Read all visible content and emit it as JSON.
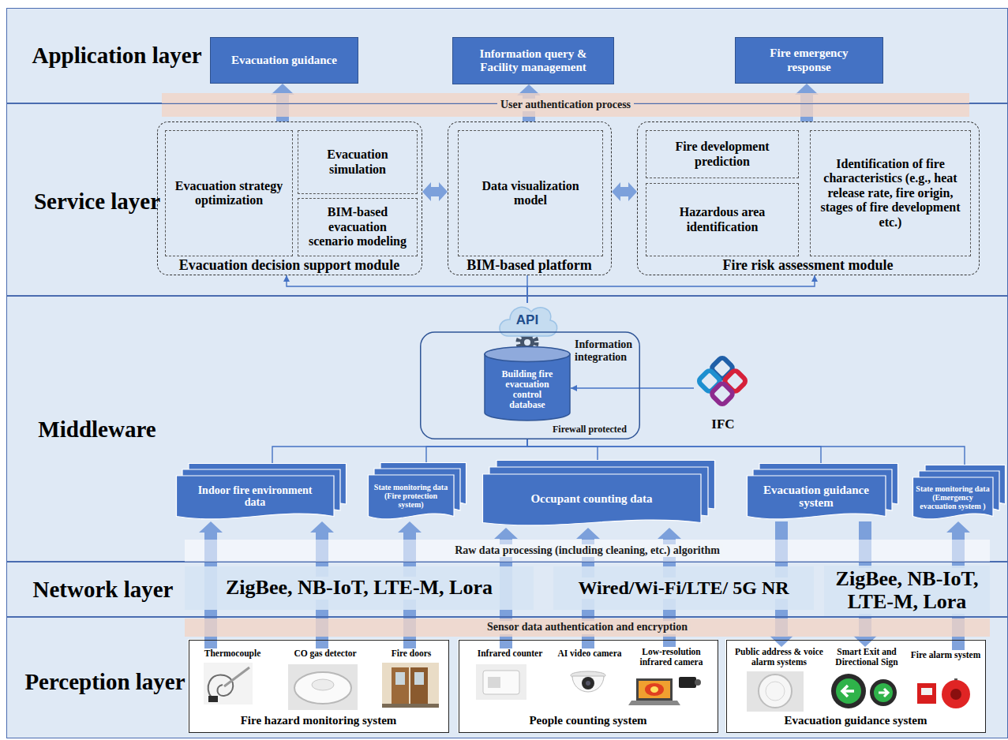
{
  "diagram": {
    "nodes": [
      {
        "text": [
          "Application layer"
        ]
      },
      {
        "text": [
          "Evacuation guidance"
        ],
        "in": 0
      },
      {
        "text": [
          "Information query & Facility management"
        ],
        "in": 0
      },
      {
        "text": [
          "Fire emergency response"
        ],
        "in": 0
      },
      {
        "text": [
          "User authentication process"
        ]
      },
      {
        "text": [
          "Service layer"
        ]
      },
      {
        "text": [
          "Evacuation decision support module"
        ],
        "in": 5
      },
      {
        "text": [
          "Evacuation strategy optimization"
        ],
        "in": 6
      },
      {
        "text": [
          "Evacuation simulation"
        ],
        "in": 6
      },
      {
        "text": [
          "BIM-based evacuation scenario modeling"
        ],
        "in": 6
      },
      {
        "text": [
          "BIM-based platform"
        ],
        "in": 5
      },
      {
        "text": [
          "Data visualization model"
        ],
        "in": 10
      },
      {
        "text": [
          "Fire risk assessment module"
        ],
        "in": 5
      },
      {
        "text": [
          "Fire development prediction"
        ],
        "in": 12
      },
      {
        "text": [
          "Hazardous area identification"
        ],
        "in": 12
      },
      {
        "text": [
          "Identification of fire characteristics (e.g., heat release rate, fire origin, stages of fire development etc.)"
        ],
        "in": 12
      },
      {
        "text": [
          "Middleware"
        ]
      },
      {
        "text": [
          "Information integration",
          "Firewall protected"
        ],
        "in": 16
      },
      {
        "text": [
          "Building fire evacuation control database"
        ],
        "in": 17
      },
      {
        "text": [
          "IFC"
        ],
        "in": 16
      },
      {
        "text": [
          "Indoor fire environment data"
        ],
        "in": 16
      },
      {
        "text": [
          "State monitoring data (Fire protection system)"
        ],
        "in": 16
      },
      {
        "text": [
          "Occupant counting data"
        ],
        "in": 16
      },
      {
        "text": [
          "Evacuation guidance system"
        ],
        "in": 16
      },
      {
        "text": [
          "State monitoring data (Emergency evacuation system )"
        ],
        "in": 16
      },
      {
        "text": [
          "Raw data processing (including cleaning, etc.) algorithm"
        ],
        "in": 16
      },
      {
        "text": [
          "Network layer"
        ]
      },
      {
        "text": [
          "ZigBee, NB-IoT, LTE-M, Lora"
        ],
        "in": 26
      },
      {
        "text": [
          "Wired/Wi-Fi/LTE/ 5G NR"
        ],
        "in": 26
      },
      {
        "text": [
          "ZigBee, NB-IoT, LTE-M, Lora"
        ],
        "in": 26
      },
      {
        "text": [
          "Perception layer"
        ]
      },
      {
        "text": [
          "Sensor data authentication and encryption"
        ],
        "in": 30
      },
      {
        "text": [
          "Fire hazard monitoring system"
        ],
        "in": 30
      },
      {
        "text": [
          "Thermocouple"
        ],
        "in": 32
      },
      {
        "text": [
          "CO gas detector"
        ],
        "in": 32
      },
      {
        "text": [
          "Fire doors"
        ],
        "in": 32
      },
      {
        "text": [
          "People counting system"
        ],
        "in": 30
      },
      {
        "text": [
          "Infrared counter"
        ],
        "in": 36
      },
      {
        "text": [
          "AI video camera"
        ],
        "in": 36
      },
      {
        "text": [
          "Low-resolution infrared camera"
        ],
        "in": 36
      },
      {
        "text": [
          "Evacuation guidance system"
        ],
        "in": 30
      },
      {
        "text": [
          "Public address & voice alarm systems"
        ],
        "in": 40
      },
      {
        "text": [
          "Smart Exit and Directional Sign"
        ],
        "in": 40
      },
      {
        "text": [
          "Fire alarm system"
        ],
        "in": 40
      }
    ],
    "edges": [
      {
        "from": 6,
        "to": 1,
        "arrow": "to"
      },
      {
        "from": 10,
        "to": 2,
        "arrow": "to"
      },
      {
        "from": 12,
        "to": 3,
        "arrow": "to"
      },
      {
        "from": 6,
        "to": 10,
        "arrow": "both"
      },
      {
        "from": 10,
        "to": 12,
        "arrow": "both"
      },
      {
        "from": 17,
        "to": 6,
        "arrow": "to"
      },
      {
        "from": 17,
        "to": 10,
        "arrow": "none"
      },
      {
        "from": 17,
        "to": 12,
        "arrow": "to"
      },
      {
        "from": 19,
        "to": 18,
        "arrow": "to"
      },
      {
        "from": 20,
        "to": 17,
        "arrow": "none"
      },
      {
        "from": 21,
        "to": 17,
        "arrow": "none"
      },
      {
        "from": 22,
        "to": 17,
        "arrow": "none"
      },
      {
        "from": 23,
        "to": 17,
        "arrow": "none"
      },
      {
        "from": 24,
        "to": 17,
        "arrow": "none"
      },
      {
        "from": 33,
        "to": 20,
        "arrow": "to"
      },
      {
        "from": 34,
        "to": 20,
        "arrow": "to"
      },
      {
        "from": 35,
        "to": 21,
        "arrow": "to"
      },
      {
        "from": 37,
        "to": 22,
        "arrow": "to"
      },
      {
        "from": 38,
        "to": 22,
        "arrow": "to"
      },
      {
        "from": 39,
        "to": 22,
        "arrow": "to"
      },
      {
        "from": 23,
        "to": 41,
        "arrow": "to"
      },
      {
        "from": 23,
        "to": 42,
        "arrow": "to"
      },
      {
        "from": 43,
        "to": 24,
        "arrow": "to"
      }
    ],
    "labels": [
      "API"
    ]
  }
}
